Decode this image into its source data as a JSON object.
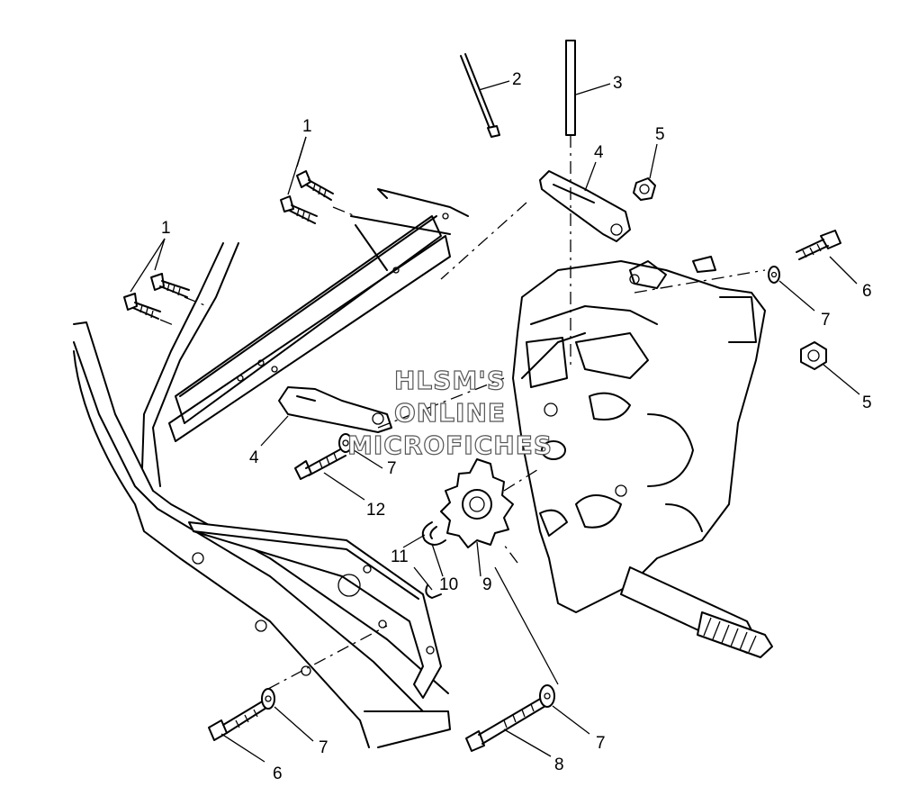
{
  "watermark": {
    "line1": "HLSM'S",
    "line2": "ONLINE",
    "line3": "MICROFICHES"
  },
  "callouts": {
    "c1a": "1",
    "c1b": "1",
    "c2": "2",
    "c3": "3",
    "c4a": "4",
    "c4b": "4",
    "c5a": "5",
    "c5b": "5",
    "c6a": "6",
    "c6b": "6",
    "c7a": "7",
    "c7b": "7",
    "c7c": "7",
    "c7d": "7",
    "c8": "8",
    "c9": "9",
    "c10": "10",
    "c11": "11",
    "c12": "12"
  }
}
